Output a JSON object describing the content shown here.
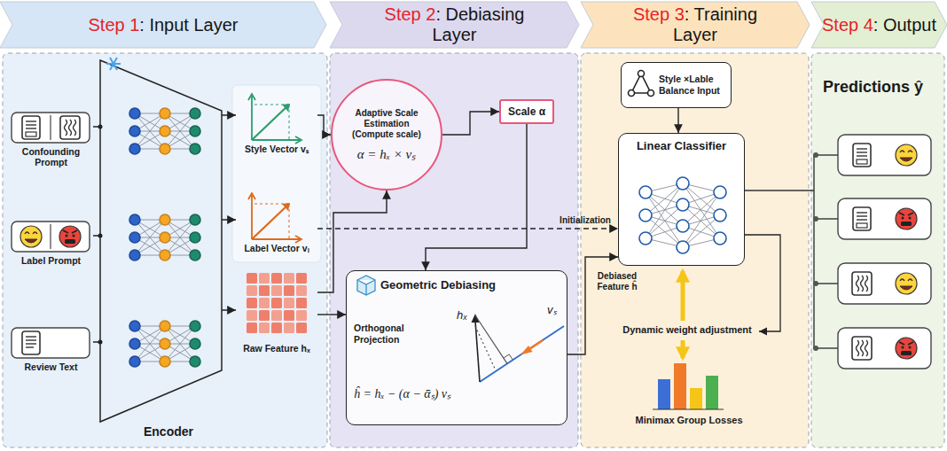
{
  "diagram": {
    "nodes": [
      {
        "text": [
          "Step 1",
          ": Input Layer"
        ]
      },
      {
        "text": [
          "Step 2",
          ": Debiasing Layer"
        ]
      },
      {
        "text": [
          "Step 3",
          ": Training Layer"
        ]
      },
      {
        "text": [
          "Step 4",
          ": Output"
        ]
      },
      {
        "text": [
          "Confounding Prompt"
        ]
      },
      {
        "text": [
          "Label Prompt"
        ]
      },
      {
        "text": [
          "Review Text"
        ]
      },
      {
        "text": [
          "Style Vector vₛ"
        ]
      },
      {
        "text": [
          "Label Vector vₗ"
        ]
      },
      {
        "text": [
          "Raw Feature hₓ"
        ]
      },
      {
        "text": [
          "Adaptive Scale Estimation (Compute scale)",
          "α = hₓ × vₛ"
        ]
      },
      {
        "text": [
          "Scale α"
        ]
      },
      {
        "text": [
          "Geometric Debiasing",
          "Orthogonal Projection",
          "ĥ = hₓ − (α − ᾱₛ) vₛ",
          "hₓ",
          "vₛ"
        ]
      },
      {
        "text": [
          "Style ×Lable Balance Input"
        ]
      },
      {
        "text": [
          "Linear Classifier"
        ]
      }
    ],
    "edges": [
      {
        "from": 4,
        "to": 7,
        "arrow": "to"
      },
      {
        "from": 5,
        "to": 8,
        "arrow": "to"
      },
      {
        "from": 6,
        "to": 9,
        "arrow": "to"
      },
      {
        "from": 7,
        "to": 10,
        "arrow": "to"
      },
      {
        "from": 9,
        "to": 10,
        "arrow": "to"
      },
      {
        "from": 9,
        "to": 12,
        "arrow": "to"
      },
      {
        "from": 10,
        "to": 11,
        "arrow": "to"
      },
      {
        "from": 11,
        "to": 12,
        "arrow": "to"
      },
      {
        "from": 12,
        "to": 14,
        "label": "Debiased Feature ĥ",
        "arrow": "to"
      },
      {
        "from": 8,
        "to": 14,
        "label": "Initialization",
        "arrow": "to"
      },
      {
        "from": 13,
        "to": 14,
        "arrow": "to"
      }
    ],
    "labels": [
      "Encoder",
      "Dynamic weight adjustment",
      "Minimax Group Losses",
      "Predictions ŷ"
    ]
  }
}
